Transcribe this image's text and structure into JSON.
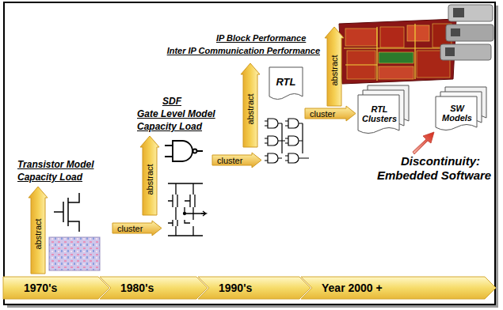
{
  "diagram": {
    "nodes": [
      {
        "text": [
          "abstract"
        ]
      },
      {
        "text": [
          "abstract"
        ]
      },
      {
        "text": [
          "cluster"
        ]
      },
      {
        "text": [
          "abstract"
        ]
      },
      {
        "text": [
          "RTL"
        ]
      },
      {
        "text": [
          "cluster"
        ]
      },
      {
        "text": [
          "abstract"
        ]
      },
      {
        "text": [
          "cluster"
        ]
      },
      {
        "text": [
          "RTL Clusters"
        ]
      },
      {
        "text": [
          "SW Models"
        ]
      },
      {
        "text": [
          "1970's"
        ]
      },
      {
        "text": [
          "1980's"
        ]
      },
      {
        "text": [
          "1990's"
        ]
      },
      {
        "text": [
          "Year 2000 +"
        ]
      }
    ],
    "labels": [
      "Transistor Model",
      "Capacity Load",
      "SDF",
      "Gate Level Model",
      "Capacity Load",
      "IP Block Performance",
      "Inter IP Communication Performance",
      "Discontinuity:",
      "Embedded Software"
    ]
  }
}
